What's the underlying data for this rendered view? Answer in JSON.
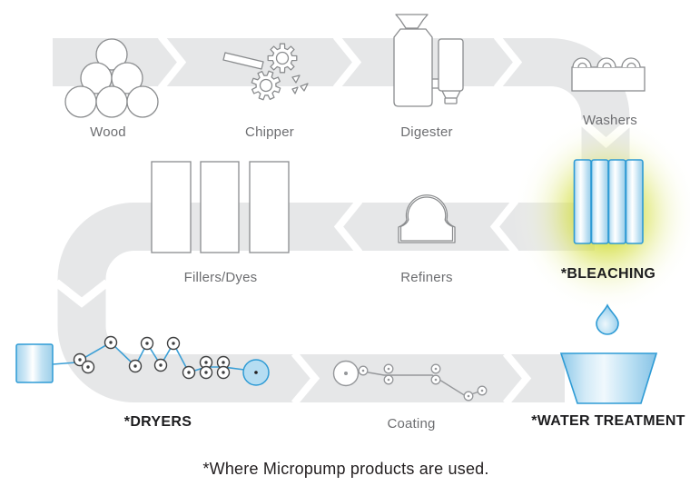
{
  "diagram": {
    "caption": "*Where Micropump products are used.",
    "highlight_marker": "*",
    "stages": [
      {
        "id": "wood",
        "label": "Wood",
        "highlight": false
      },
      {
        "id": "chipper",
        "label": "Chipper",
        "highlight": false
      },
      {
        "id": "digester",
        "label": "Digester",
        "highlight": false
      },
      {
        "id": "washers",
        "label": "Washers",
        "highlight": false
      },
      {
        "id": "bleaching",
        "label": "*BLEACHING",
        "highlight": true
      },
      {
        "id": "refiners",
        "label": "Refiners",
        "highlight": false
      },
      {
        "id": "fillers_dyes",
        "label": "Fillers/Dyes",
        "highlight": false
      },
      {
        "id": "dryers",
        "label": "*DRYERS",
        "highlight": true
      },
      {
        "id": "coating",
        "label": "Coating",
        "highlight": false
      },
      {
        "id": "water_treatment",
        "label": "*WATER TREATMENT",
        "highlight": true
      }
    ],
    "icons": [
      "wood-logs-icon",
      "chipper-gears-icon",
      "digester-tank-icon",
      "washers-icon",
      "bleaching-towers-icon",
      "refiners-icon",
      "fillers-tanks-icon",
      "dryers-web-icon",
      "coating-web-icon",
      "water-drop-icon",
      "water-basin-icon"
    ],
    "colors": {
      "band_gray": "#e6e7e8",
      "outline_gray": "#8a8c8e",
      "label_gray": "#6d6e71",
      "text_black": "#231f20",
      "accent_blue": "#2e9bd5",
      "light_blue": "#b5ddf2",
      "glow_yellow_green": "#cfdb2e"
    }
  }
}
